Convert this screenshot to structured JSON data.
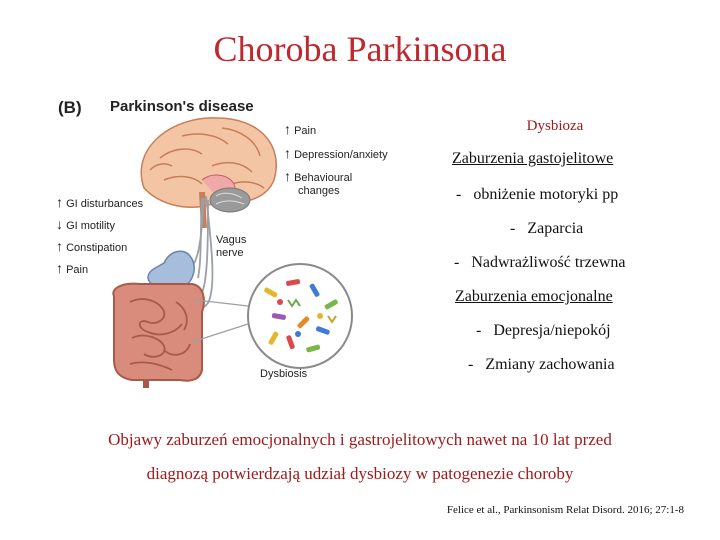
{
  "slide": {
    "title": "Choroba Parkinsona"
  },
  "figure": {
    "panel_label": "(B)",
    "heading": "Parkinson's disease",
    "brain_items": [
      {
        "arrow": "up",
        "label": "Pain"
      },
      {
        "arrow": "up",
        "label": "Depression/anxiety"
      },
      {
        "arrow": "up",
        "label": "Behavioural"
      }
    ],
    "brain_items_cont": "changes",
    "gut_items": [
      {
        "arrow": "up",
        "label": "GI disturbances"
      },
      {
        "arrow": "down",
        "label": "GI motility"
      },
      {
        "arrow": "up",
        "label": "Constipation"
      },
      {
        "arrow": "up",
        "label": "Pain"
      }
    ],
    "vagus_line1": "Vagus",
    "vagus_line2": "nerve",
    "dysbiosis_label": "Dysbiosis"
  },
  "side_panel": {
    "heading": "Dysbioza",
    "section1_title": "Zaburzenia gastojelitowe",
    "section1_items": [
      "obniżenie motoryki pp",
      "Zaparcia",
      "Nadwrażliwość trzewna"
    ],
    "section2_title": "Zaburzenia emocjonalne",
    "section2_items": [
      "Depresja/niepokój",
      "Zmiany zachowania"
    ],
    "bullet": "-"
  },
  "bottom_text": {
    "line1": "Objawy zaburzeń emocjonalnych i gastrojelitowych nawet na 10 lat przed",
    "line2": "diagnozą potwierdzają udział dysbiozy w patogenezie choroby"
  },
  "citation": "Felice et al., Parkinsonism Relat Disord. 2016; 27:1-8",
  "colors": {
    "title_red": "#c0282d",
    "text_red": "#a01a1a",
    "arrow_black": "#1a1a1a"
  }
}
